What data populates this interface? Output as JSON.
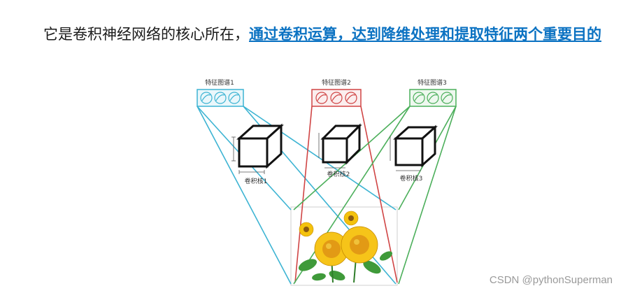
{
  "article": {
    "text_before": "它是卷积神经网络的核心所在，",
    "link_text": "通过卷积运算，达到降维处理和提取特征两个重要目的"
  },
  "figure": {
    "feature_maps": [
      "特征图谱1",
      "特征图谱2",
      "特征图谱3"
    ],
    "kernels": [
      "卷积核1",
      "卷积核2",
      "卷积核3"
    ],
    "colors": {
      "map1": "#3db4d3",
      "map2": "#d04545",
      "map3": "#4caf5b"
    }
  },
  "watermark": "CSDN @pythonSuperman"
}
